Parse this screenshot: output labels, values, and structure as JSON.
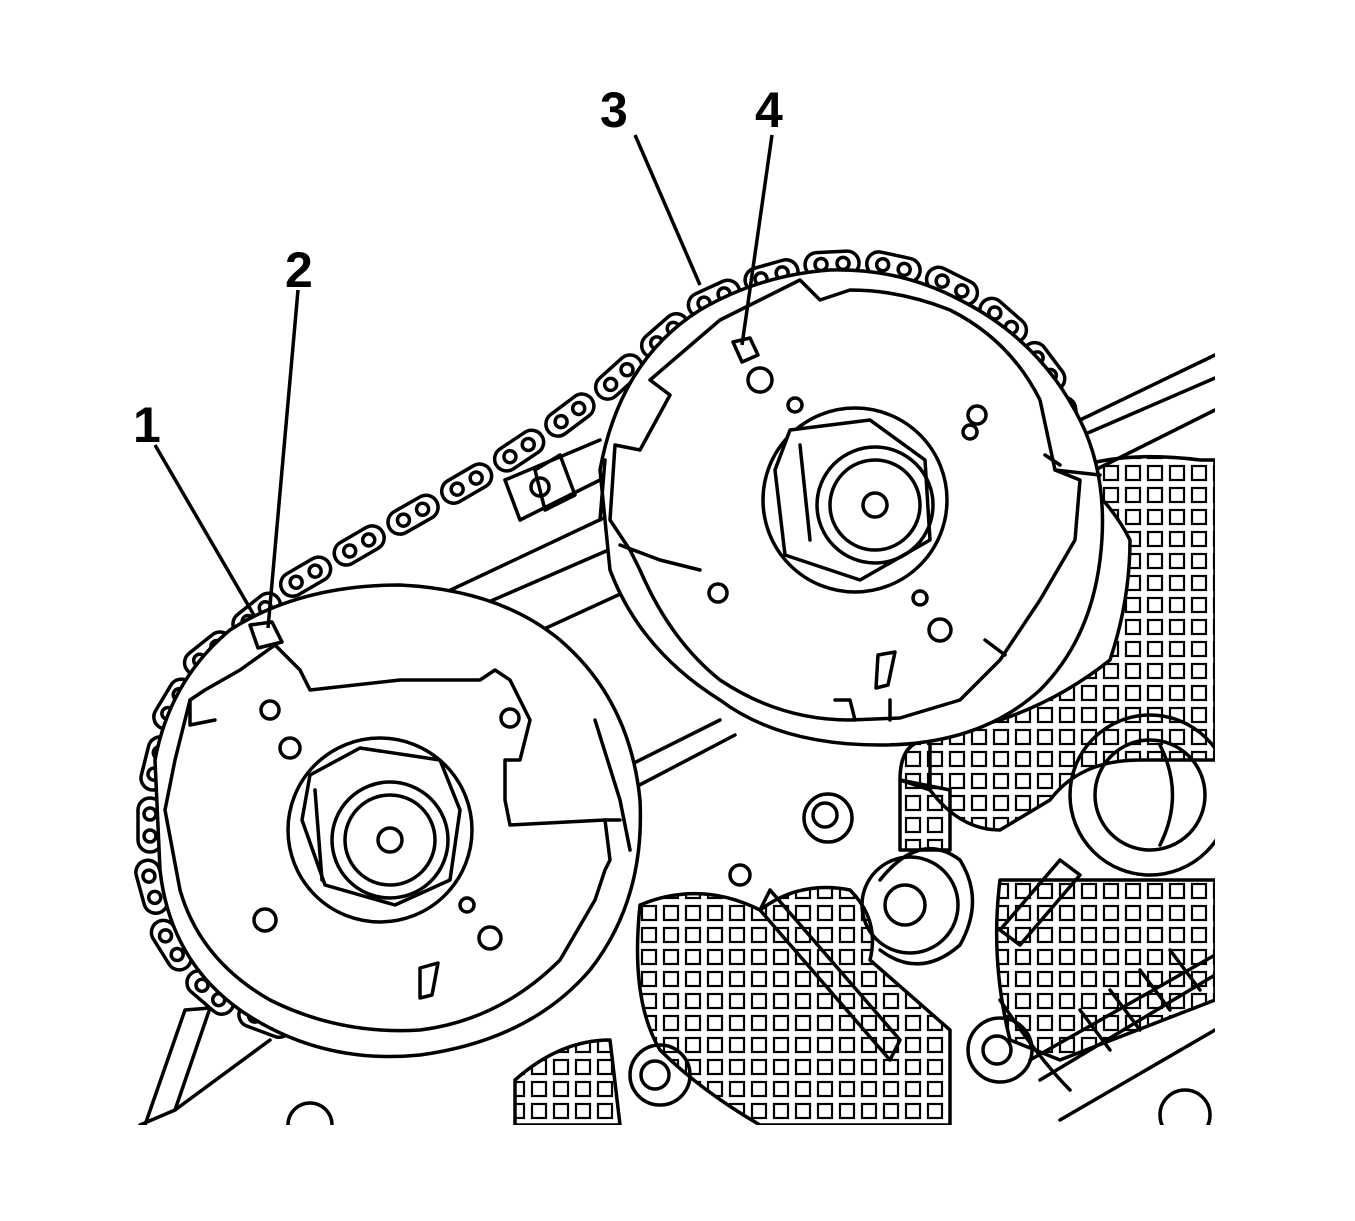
{
  "figure": {
    "kind": "engine timing chain diagram — camshaft sprockets with timing marks",
    "line_color": "#000000",
    "background_color": "#ffffff"
  },
  "callouts": [
    {
      "id": "1",
      "label": "1"
    },
    {
      "id": "2",
      "label": "2"
    },
    {
      "id": "3",
      "label": "3"
    },
    {
      "id": "4",
      "label": "4"
    }
  ],
  "components": {
    "left_sprocket": "camshaft-sprocket-left",
    "right_sprocket": "camshaft-sprocket-right",
    "chain": "timing-chain",
    "housing": "cylinder-head-housing"
  }
}
